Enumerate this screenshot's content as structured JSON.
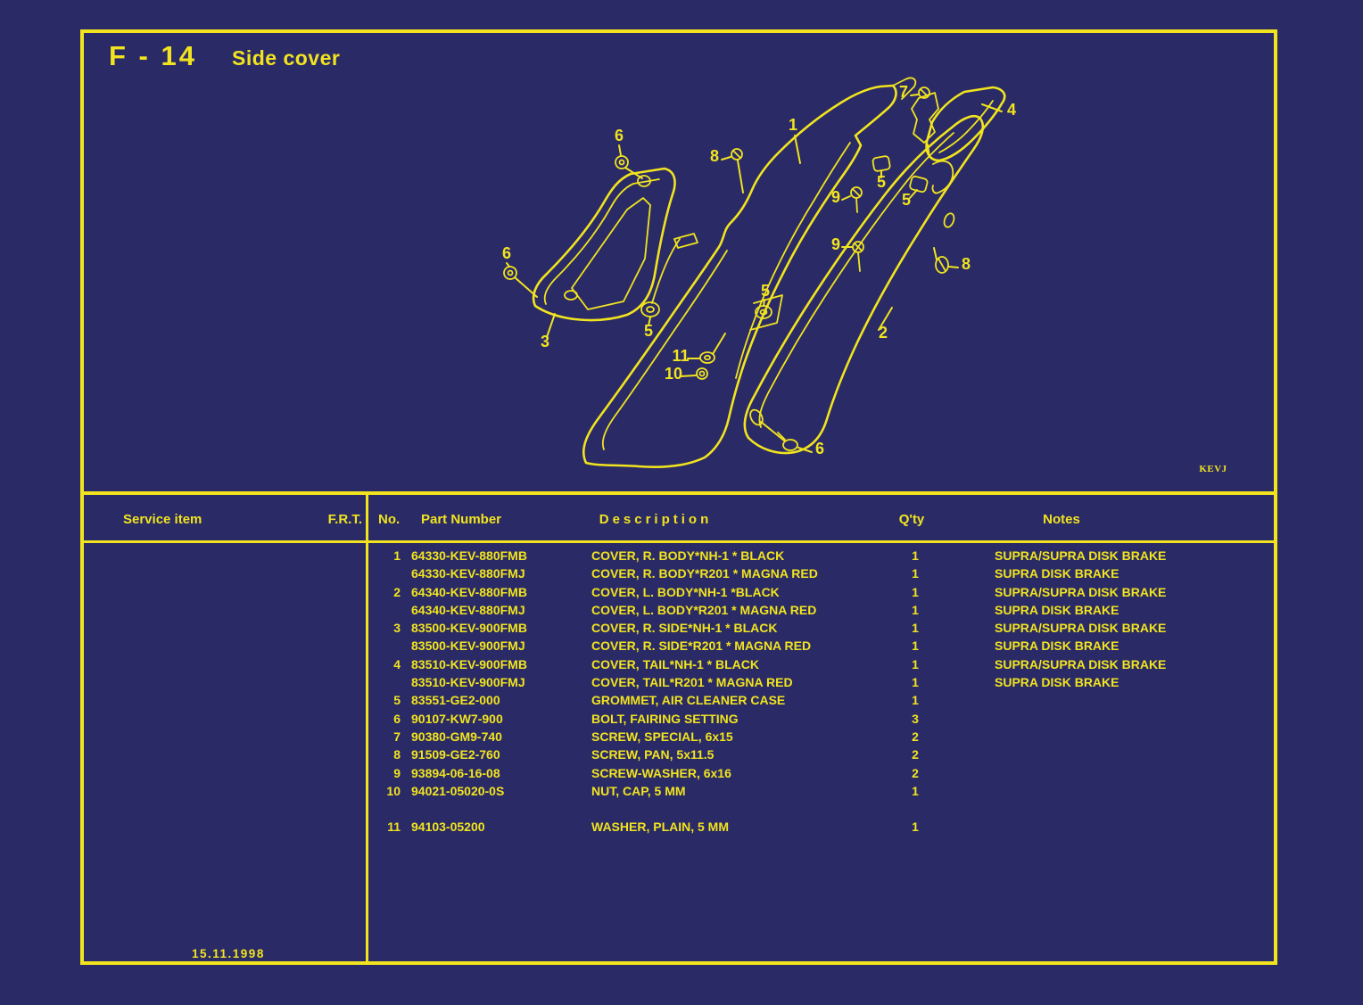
{
  "page": {
    "code": "F - 14",
    "title": "Side cover",
    "footer_date": "15.11.1998",
    "watermark": "KEVJ"
  },
  "colors": {
    "background": "#2a2a66",
    "ink": "#f1e41f"
  },
  "table": {
    "headers": {
      "service_item": "Service item",
      "frt": "F.R.T.",
      "no": "No.",
      "part_number": "Part Number",
      "description": "Description",
      "qty": "Q'ty",
      "notes": "Notes"
    },
    "rows": [
      {
        "no": "1",
        "part_number": "64330-KEV-880FMB",
        "description": "COVER, R. BODY*NH-1 * BLACK",
        "qty": "1",
        "notes": "SUPRA/SUPRA DISK BRAKE"
      },
      {
        "no": "",
        "part_number": "64330-KEV-880FMJ",
        "description": "COVER, R. BODY*R201 * MAGNA RED",
        "qty": "1",
        "notes": "SUPRA DISK BRAKE"
      },
      {
        "no": "2",
        "part_number": "64340-KEV-880FMB",
        "description": "COVER, L. BODY*NH-1 *BLACK",
        "qty": "1",
        "notes": "SUPRA/SUPRA DISK BRAKE"
      },
      {
        "no": "",
        "part_number": "64340-KEV-880FMJ",
        "description": "COVER, L. BODY*R201 * MAGNA RED",
        "qty": "1",
        "notes": "SUPRA DISK BRAKE"
      },
      {
        "no": "3",
        "part_number": "83500-KEV-900FMB",
        "description": "COVER, R. SIDE*NH-1 * BLACK",
        "qty": "1",
        "notes": "SUPRA/SUPRA DISK BRAKE"
      },
      {
        "no": "",
        "part_number": "83500-KEV-900FMJ",
        "description": "COVER, R. SIDE*R201 * MAGNA RED",
        "qty": "1",
        "notes": "SUPRA DISK BRAKE"
      },
      {
        "no": "4",
        "part_number": "83510-KEV-900FMB",
        "description": "COVER, TAIL*NH-1 * BLACK",
        "qty": "1",
        "notes": "SUPRA/SUPRA DISK BRAKE"
      },
      {
        "no": "",
        "part_number": "83510-KEV-900FMJ",
        "description": "COVER, TAIL*R201 * MAGNA RED",
        "qty": "1",
        "notes": "SUPRA DISK BRAKE"
      },
      {
        "no": "5",
        "part_number": "83551-GE2-000",
        "description": "GROMMET, AIR CLEANER CASE",
        "qty": "1",
        "notes": ""
      },
      {
        "no": "6",
        "part_number": "90107-KW7-900",
        "description": "BOLT, FAIRING SETTING",
        "qty": "3",
        "notes": ""
      },
      {
        "no": "7",
        "part_number": "90380-GM9-740",
        "description": "SCREW, SPECIAL, 6x15",
        "qty": "2",
        "notes": ""
      },
      {
        "no": "8",
        "part_number": "91509-GE2-760",
        "description": "SCREW, PAN, 5x11.5",
        "qty": "2",
        "notes": ""
      },
      {
        "no": "9",
        "part_number": "93894-06-16-08",
        "description": "SCREW-WASHER, 6x16",
        "qty": "2",
        "notes": ""
      },
      {
        "no": "10",
        "part_number": "94021-05020-0S",
        "description": "NUT, CAP, 5 MM",
        "qty": "1",
        "notes": ""
      },
      {
        "no": "",
        "part_number": "",
        "description": "",
        "qty": "",
        "notes": ""
      },
      {
        "no": "11",
        "part_number": "94103-05200",
        "description": "WASHER, PLAIN, 5 MM",
        "qty": "1",
        "notes": ""
      }
    ]
  },
  "diagram": {
    "callouts": [
      {
        "label": "1"
      },
      {
        "label": "2"
      },
      {
        "label": "3"
      },
      {
        "label": "4"
      },
      {
        "label": "5"
      },
      {
        "label": "5"
      },
      {
        "label": "5"
      },
      {
        "label": "5"
      },
      {
        "label": "6"
      },
      {
        "label": "6"
      },
      {
        "label": "6"
      },
      {
        "label": "7"
      },
      {
        "label": "8"
      },
      {
        "label": "8"
      },
      {
        "label": "9"
      },
      {
        "label": "9"
      },
      {
        "label": "10"
      },
      {
        "label": "11"
      }
    ]
  }
}
